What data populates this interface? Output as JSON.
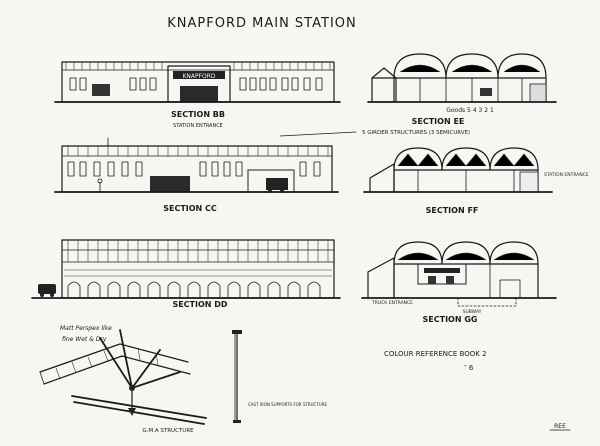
{
  "title": "KNAPFORD MAIN STATION",
  "sign_text": "KNAPFORD",
  "labels": {
    "section_bb": "SECTION BB",
    "station_entrance": "STATION ENTRANCE",
    "section_ee": "SECTION EE",
    "track_numbers_ee": "Goods 5 4 3 2 1",
    "girder_note": "5 GIRDER STRUCTURES (3 SEMICURVE)",
    "section_cc": "SECTION CC",
    "section_ff": "SECTION FF",
    "station_entrance_ff": "STATION ENTRANCE",
    "section_dd": "SECTION DD",
    "section_gg": "SECTION GG",
    "truck_entrance": "TRUCK ENTRANCE",
    "subway": "SUBWAY",
    "roof_note_line1": "Matt Perspex like",
    "roof_note_line2": "fine Wet & Dry",
    "gma_structure": "G.M.A STRUCTURE",
    "cast_iron_note": "CAST IRON SUPPORTS FOR STRUCTURE",
    "colour_reference_line1": "COLOUR REFERENCE BOOK 2",
    "colour_reference_line2": "″ 6",
    "initials": "REE"
  }
}
